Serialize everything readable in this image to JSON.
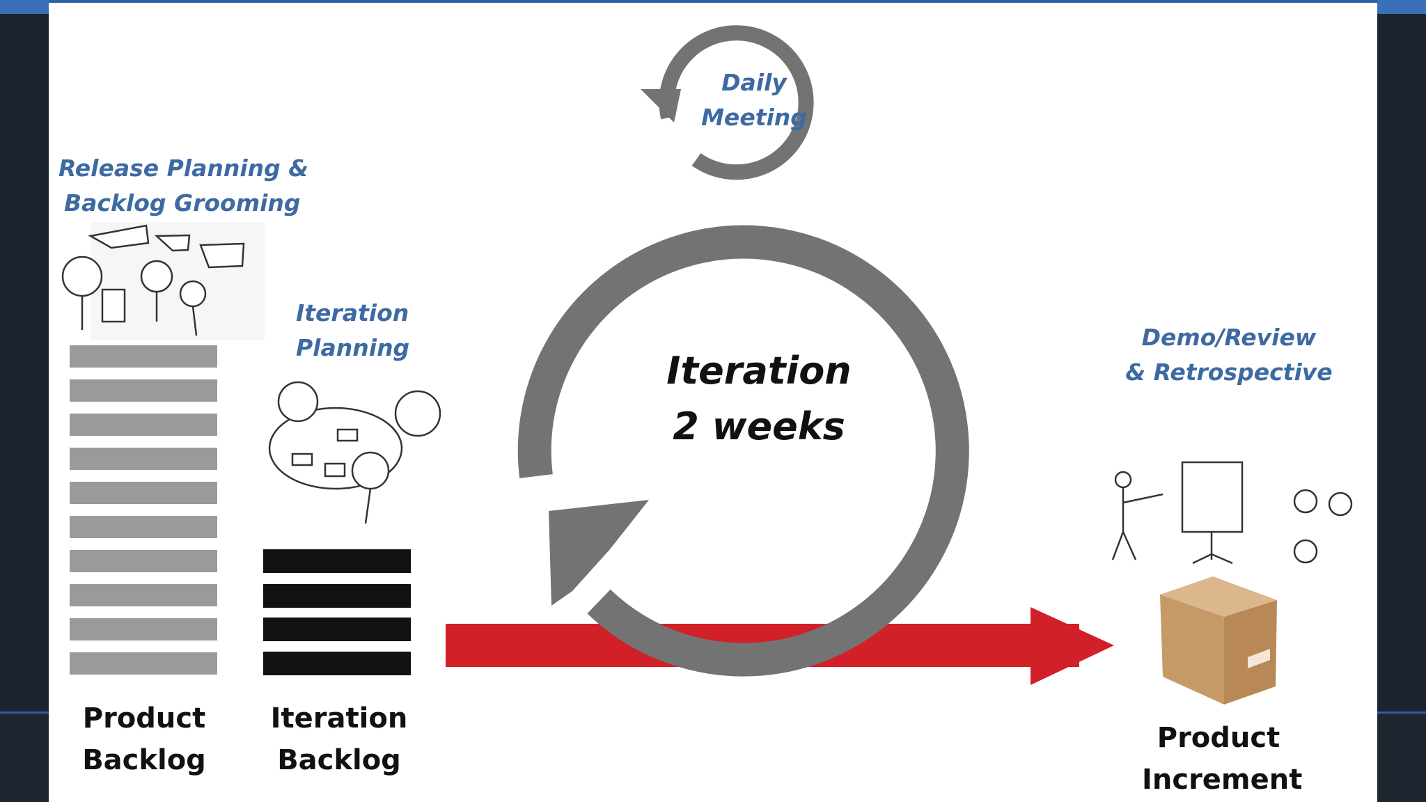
{
  "labels": {
    "release_planning": [
      "Release Planning &",
      "Backlog Grooming"
    ],
    "iteration_planning": [
      "Iteration",
      "Planning"
    ],
    "daily_meeting": [
      "Daily",
      "Meeting"
    ],
    "iteration_center": [
      "Iteration",
      "2 weeks"
    ],
    "demo_review": [
      "Demo/Review",
      "&  Retrospective"
    ],
    "product_backlog": [
      "Product",
      "Backlog"
    ],
    "iteration_backlog": [
      "Iteration",
      "Backlog"
    ],
    "product_increment": [
      "Product",
      "Increment"
    ]
  },
  "stacks": {
    "product_backlog_bars": 10,
    "iteration_backlog_bars": 4
  },
  "colors": {
    "accent_blue": "#3e6aa3",
    "cycle_gray": "#737373",
    "backlog_gray": "#9a9a9a",
    "iteration_black": "#111111",
    "arrow_red": "#d12027",
    "box_brown": "#c9a073"
  }
}
